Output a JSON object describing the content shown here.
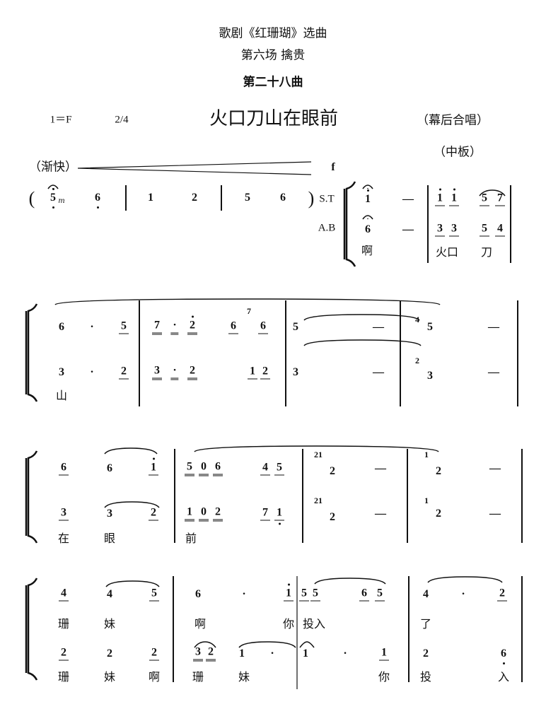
{
  "header": {
    "opera": "歌剧《红珊瑚》选曲",
    "scene": "第六场 擒贵",
    "number": "第二十八曲",
    "key": "1＝F",
    "time": "2/4",
    "title": "火口刀山在眼前",
    "performer": "（幕后合唱）",
    "tempo": "（中板）",
    "accel": "（渐快）",
    "dynamic": "f"
  },
  "voices": {
    "st": "S.T",
    "ab": "A.B"
  },
  "r1": {
    "intro": [
      "(",
      "5",
      "m",
      "6",
      "1",
      "2",
      "5",
      "6",
      ")"
    ],
    "st": [
      "1",
      "—",
      "1",
      "1",
      "5",
      "7"
    ],
    "ab": [
      "6",
      "—",
      "3",
      "3",
      "5",
      "4"
    ],
    "lyr": [
      "啊",
      "火口",
      "刀"
    ]
  },
  "r2": {
    "top": [
      "6",
      "·",
      "5",
      "7",
      "·",
      "2",
      "6",
      "7",
      "6",
      "5",
      "—",
      "4",
      "5",
      "—"
    ],
    "bot": [
      "3",
      "·",
      "2",
      "3",
      "·",
      "2",
      "1",
      "2",
      "3",
      "—",
      "2",
      "3",
      "—"
    ],
    "lyr": [
      "山"
    ]
  },
  "r3": {
    "top": [
      "6",
      "6",
      "1",
      "5",
      "0",
      "6",
      "4",
      "5",
      "21",
      "2",
      "—",
      "1",
      "2",
      "—"
    ],
    "bot": [
      "3",
      "3",
      "2",
      "1",
      "0",
      "2",
      "7",
      "1",
      "21",
      "2",
      "—",
      "1",
      "2",
      "—"
    ],
    "lyr": [
      "在",
      "眼",
      "前"
    ]
  },
  "r4": {
    "top": [
      "4",
      "4",
      "5",
      "6",
      "·",
      "1",
      "5",
      "5",
      "6",
      "5",
      "4",
      "·",
      "2"
    ],
    "toplyr": [
      "珊",
      "妹",
      "啊",
      "你",
      "投入",
      "了"
    ],
    "bot": [
      "2",
      "2",
      "2",
      "3",
      "2",
      "1",
      "·",
      "1",
      "·",
      "1",
      "2",
      "6"
    ],
    "botlyr": [
      "珊",
      "妹",
      "啊",
      "珊",
      "妹",
      "你",
      "投",
      "入"
    ]
  }
}
